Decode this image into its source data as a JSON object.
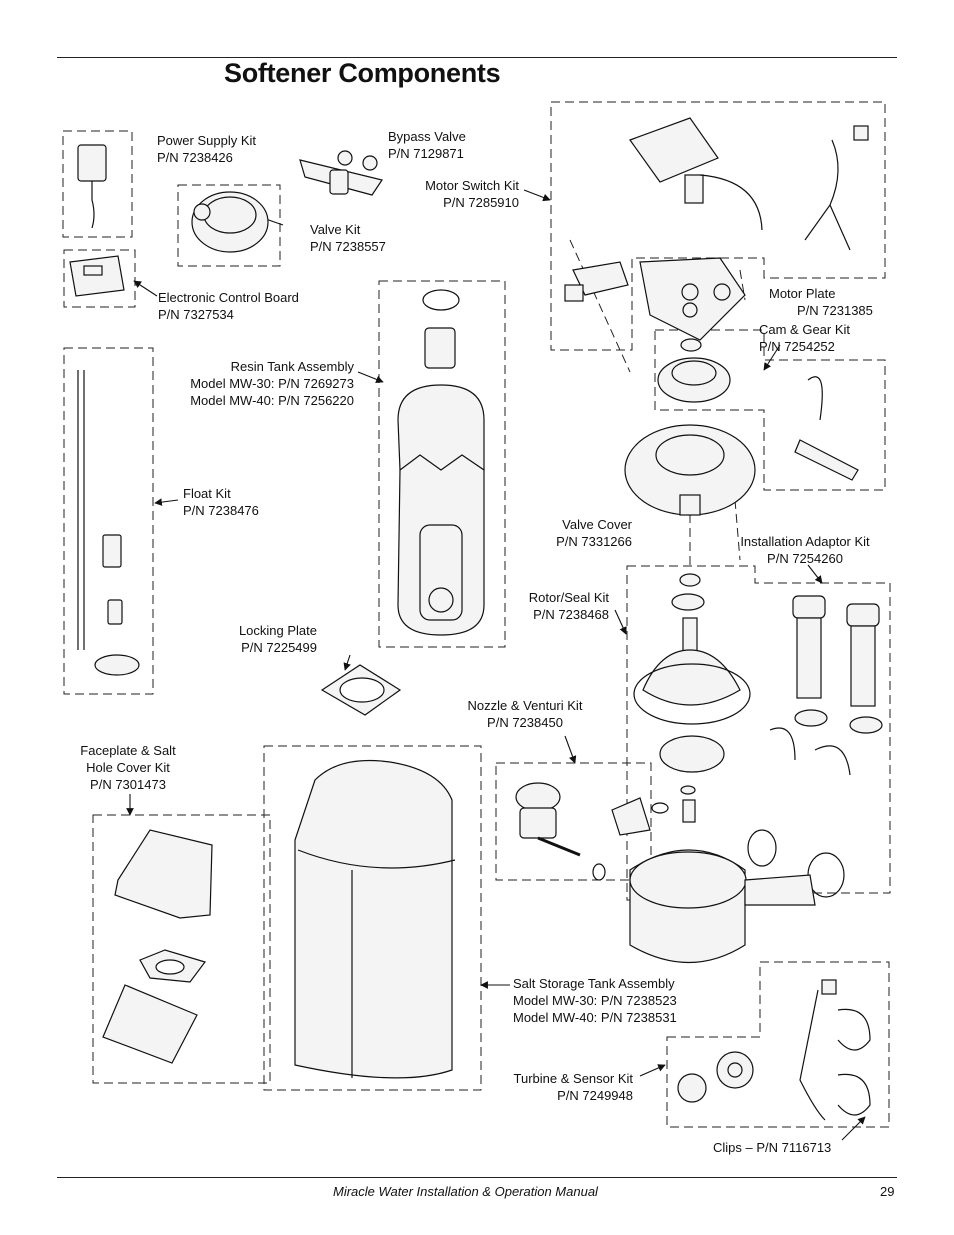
{
  "title": "Softener Components",
  "footer": {
    "manual": "Miracle Water Installation & Operation Manual",
    "page": "29"
  },
  "parts": {
    "power_supply": [
      "Power Supply Kit",
      "P/N 7238426"
    ],
    "bypass_valve": [
      "Bypass Valve",
      "P/N 7129871"
    ],
    "valve_kit": [
      "Valve Kit",
      "P/N 7238557"
    ],
    "motor_switch": [
      "Motor Switch Kit",
      "P/N 7285910"
    ],
    "control_board": [
      "Electronic Control Board",
      "P/N 7327534"
    ],
    "motor_plate": [
      "Motor Plate",
      "P/N 7231385"
    ],
    "cam_gear": [
      "Cam & Gear Kit",
      "P/N 7254252"
    ],
    "resin_tank": [
      "Resin Tank Assembly",
      "Model MW-30: P/N 7269273",
      "Model MW-40: P/N 7256220"
    ],
    "float_kit": [
      "Float Kit",
      "P/N 7238476"
    ],
    "valve_cover": [
      "Valve Cover",
      "P/N 7331266"
    ],
    "install_adaptor": [
      "Installation Adaptor Kit",
      "P/N 7254260"
    ],
    "rotor_seal": [
      "Rotor/Seal Kit",
      "P/N 7238468"
    ],
    "locking_plate": [
      "Locking Plate",
      "P/N 7225499"
    ],
    "nozzle_venturi": [
      "Nozzle & Venturi Kit",
      "P/N 7238450"
    ],
    "faceplate": [
      "Faceplate & Salt",
      "Hole Cover Kit",
      "P/N 7301473"
    ],
    "salt_tank": [
      "Salt Storage Tank Assembly",
      "Model MW-30: P/N 7238523",
      "Model MW-40: P/N 7238531"
    ],
    "turbine_sensor": [
      "Turbine & Sensor Kit",
      "P/N 7249948"
    ],
    "clips": [
      "Clips – P/N 7116713"
    ]
  }
}
